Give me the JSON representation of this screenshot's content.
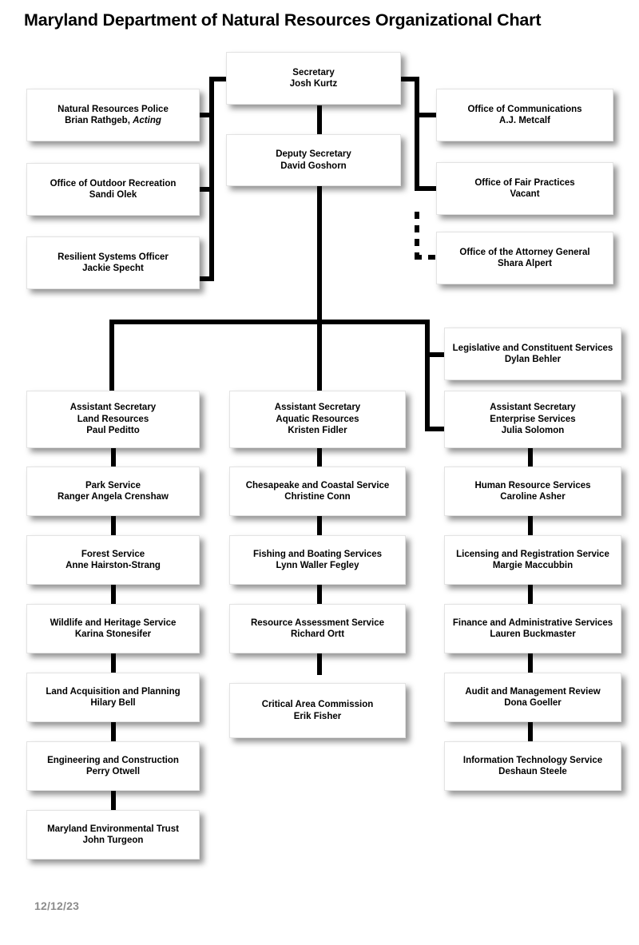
{
  "title": "Maryland Department of Natural Resources Organizational Chart",
  "date": "12/12/23",
  "colors": {
    "connector": "#000000",
    "box_background": "#ffffff",
    "text": "#000000",
    "date_text": "#8c8c8c"
  },
  "executive": {
    "secretary": {
      "title": "Secretary",
      "name": "Josh Kurtz"
    },
    "deputy_secretary": {
      "title": "Deputy Secretary",
      "name": "David Goshorn"
    }
  },
  "left_offices": [
    {
      "title": "Natural Resources Police",
      "name": "Brian Rathgeb, ",
      "name_italic": "Acting"
    },
    {
      "title": "Office of Outdoor Recreation",
      "name": "Sandi Olek"
    },
    {
      "title": "Resilient Systems Officer",
      "name": "Jackie Specht"
    }
  ],
  "right_offices": [
    {
      "title": "Office of Communications",
      "name": "A.J. Metcalf",
      "link": "solid"
    },
    {
      "title": "Office of Fair Practices",
      "name": "Vacant",
      "link": "solid"
    },
    {
      "title": "Office of the Attorney General",
      "name": "Shara Alpert",
      "link": "dashed"
    }
  ],
  "legislative": {
    "title": "Legislative and Constituent Services",
    "name": "Dylan Behler"
  },
  "columns": [
    {
      "head": {
        "title": "Assistant Secretary",
        "area": "Land Resources",
        "name": "Paul Peditto"
      },
      "units": [
        {
          "title": "Park Service",
          "name": "Ranger Angela Crenshaw"
        },
        {
          "title": "Forest Service",
          "name": "Anne Hairston-Strang"
        },
        {
          "title": "Wildlife and Heritage Service",
          "name": "Karina Stonesifer"
        },
        {
          "title": "Land Acquisition and Planning",
          "name": "Hilary Bell"
        },
        {
          "title": "Engineering and Construction",
          "name": "Perry Otwell"
        },
        {
          "title": "Maryland Environmental Trust",
          "name": "John Turgeon"
        }
      ]
    },
    {
      "head": {
        "title": "Assistant Secretary",
        "area": "Aquatic Resources",
        "name": "Kristen Fidler"
      },
      "units": [
        {
          "title": "Chesapeake and Coastal Service",
          "name": "Christine Conn"
        },
        {
          "title": "Fishing and Boating Services",
          "name": "Lynn Waller Fegley"
        },
        {
          "title": "Resource Assessment Service",
          "name": "Richard Ortt"
        },
        {
          "title": "Critical Area Commission",
          "name": "Erik Fisher"
        }
      ]
    },
    {
      "head": {
        "title": "Assistant Secretary",
        "area": "Enterprise Services",
        "name": "Julia Solomon"
      },
      "units": [
        {
          "title": "Human Resource Services",
          "name": "Caroline Asher"
        },
        {
          "title": "Licensing and Registration Service",
          "name": "Margie Maccubbin"
        },
        {
          "title": "Finance and Administrative Services",
          "name": "Lauren Buckmaster"
        },
        {
          "title": "Audit and Management Review",
          "name": "Dona Goeller"
        },
        {
          "title": "Information Technology Service",
          "name": "Deshaun Steele"
        }
      ]
    }
  ]
}
